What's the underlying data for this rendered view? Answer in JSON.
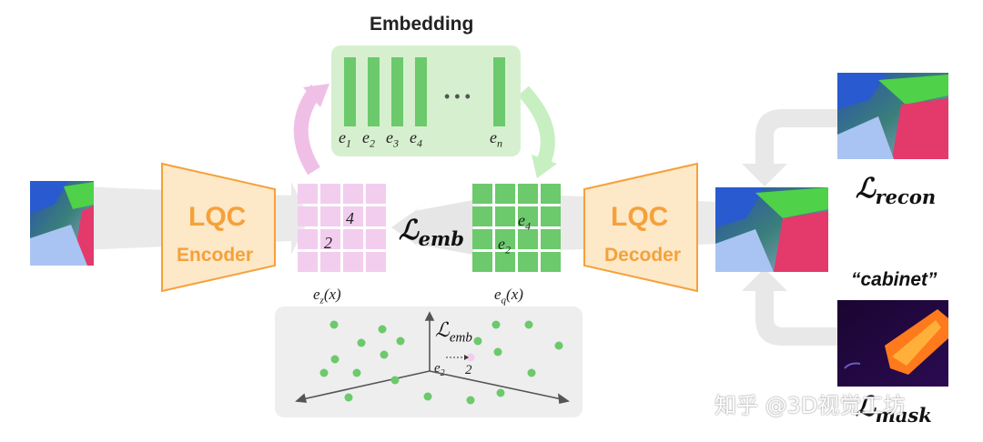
{
  "embedding": {
    "title": "Embedding",
    "entries": [
      "e_1",
      "e_2",
      "e_3",
      "e_4",
      "e_n"
    ],
    "ellipsis": "• • •"
  },
  "encoder": {
    "line1": "LQC",
    "line2": "Encoder"
  },
  "decoder": {
    "line1": "LQC",
    "line2": "Decoder"
  },
  "grid_z": {
    "caption": "e_z(x)",
    "values": [
      "4",
      "2"
    ]
  },
  "grid_q": {
    "caption": "e_q(x)",
    "values": [
      "e_4",
      "e_2"
    ]
  },
  "losses": {
    "emb": "emb",
    "recon": "recon",
    "mask": "mask",
    "script_L": "ℒ"
  },
  "mask_prompt": "“cabinet”",
  "scatter": {
    "loss_sub": "emb",
    "e2": "e_2",
    "two": "2"
  },
  "watermark": "知乎 @3D视觉工坊",
  "colors": {
    "orange": "#f5a13a",
    "orange_fill": "#fde8c8",
    "green": "#6cc96c",
    "pink": "#f2cdee",
    "pink_arrow": "#f0bfe6",
    "green_arrow": "#c7efc2",
    "gray_panel": "#eeeeee"
  }
}
